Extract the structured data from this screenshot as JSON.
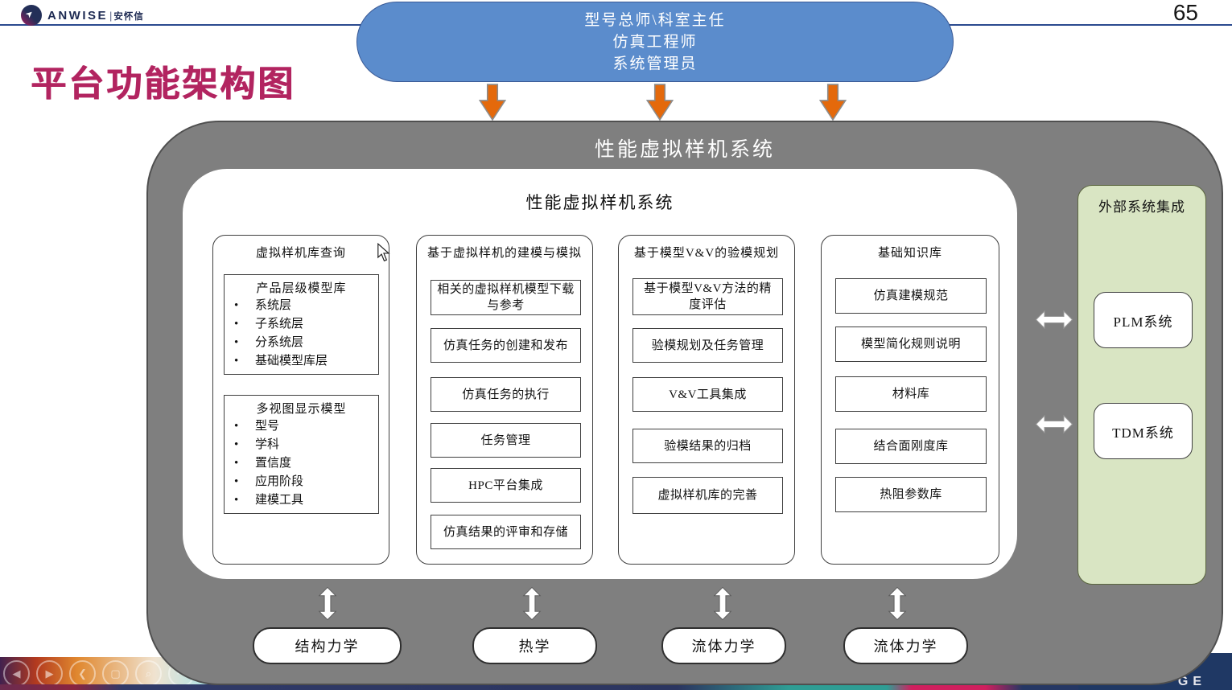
{
  "page_number": "65",
  "logo": {
    "brand": "ANWISE",
    "divider": "|",
    "company_cn": "安怀信"
  },
  "slide_title": "平台功能架构图",
  "roles_banner": {
    "lines": [
      "型号总师\\科室主任",
      "仿真工程师",
      "系统管理员"
    ]
  },
  "system": {
    "outer_title": "性能虚拟样机系统",
    "inner_title": "性能虚拟样机系统",
    "columns": [
      {
        "header": "虚拟样机库查询",
        "groups": [
          {
            "title": "产品层级模型库",
            "bullets": [
              "系统层",
              "子系统层",
              "分系统层",
              "基础模型库层"
            ]
          },
          {
            "title": "多视图显示模型",
            "bullets": [
              "型号",
              "学科",
              "置信度",
              "应用阶段",
              "建模工具"
            ]
          }
        ]
      },
      {
        "header": "基于虚拟样机的建模与模拟",
        "boxes": [
          "相关的虚拟样机模型下载与参考",
          "仿真任务的创建和发布",
          "仿真任务的执行",
          "任务管理",
          "HPC平台集成",
          "仿真结果的评审和存储"
        ]
      },
      {
        "header": "基于模型V&V的验模规划",
        "boxes": [
          "基于模型V&V方法的精度评估",
          "验模规划及任务管理",
          "V&V工具集成",
          "验模结果的归档",
          "虚拟样机库的完善"
        ]
      },
      {
        "header": "基础知识库",
        "boxes": [
          "仿真建模规范",
          "模型简化规则说明",
          "材料库",
          "结合面刚度库",
          "热阻参数库"
        ]
      }
    ]
  },
  "external_panel": {
    "title": "外部系统集成",
    "systems": [
      "PLM系统",
      "TDM系统"
    ]
  },
  "bottom_disciplines": [
    "结构力学",
    "热学",
    "流体力学",
    "流体力学"
  ],
  "footer": {
    "partial_brand_text": "GE"
  },
  "icons": {
    "footer_controls": [
      "prev",
      "play",
      "back",
      "frame",
      "search",
      "more"
    ]
  },
  "colors": {
    "title_red": "#B22460",
    "banner_blue": "#5B8CCC",
    "arrow_orange": "#E4690B",
    "container_gray": "#7F7F7F",
    "panel_green": "#D9E5C3",
    "footer_navy": "#1F3864",
    "header_line_blue": "#2B4A8F"
  }
}
